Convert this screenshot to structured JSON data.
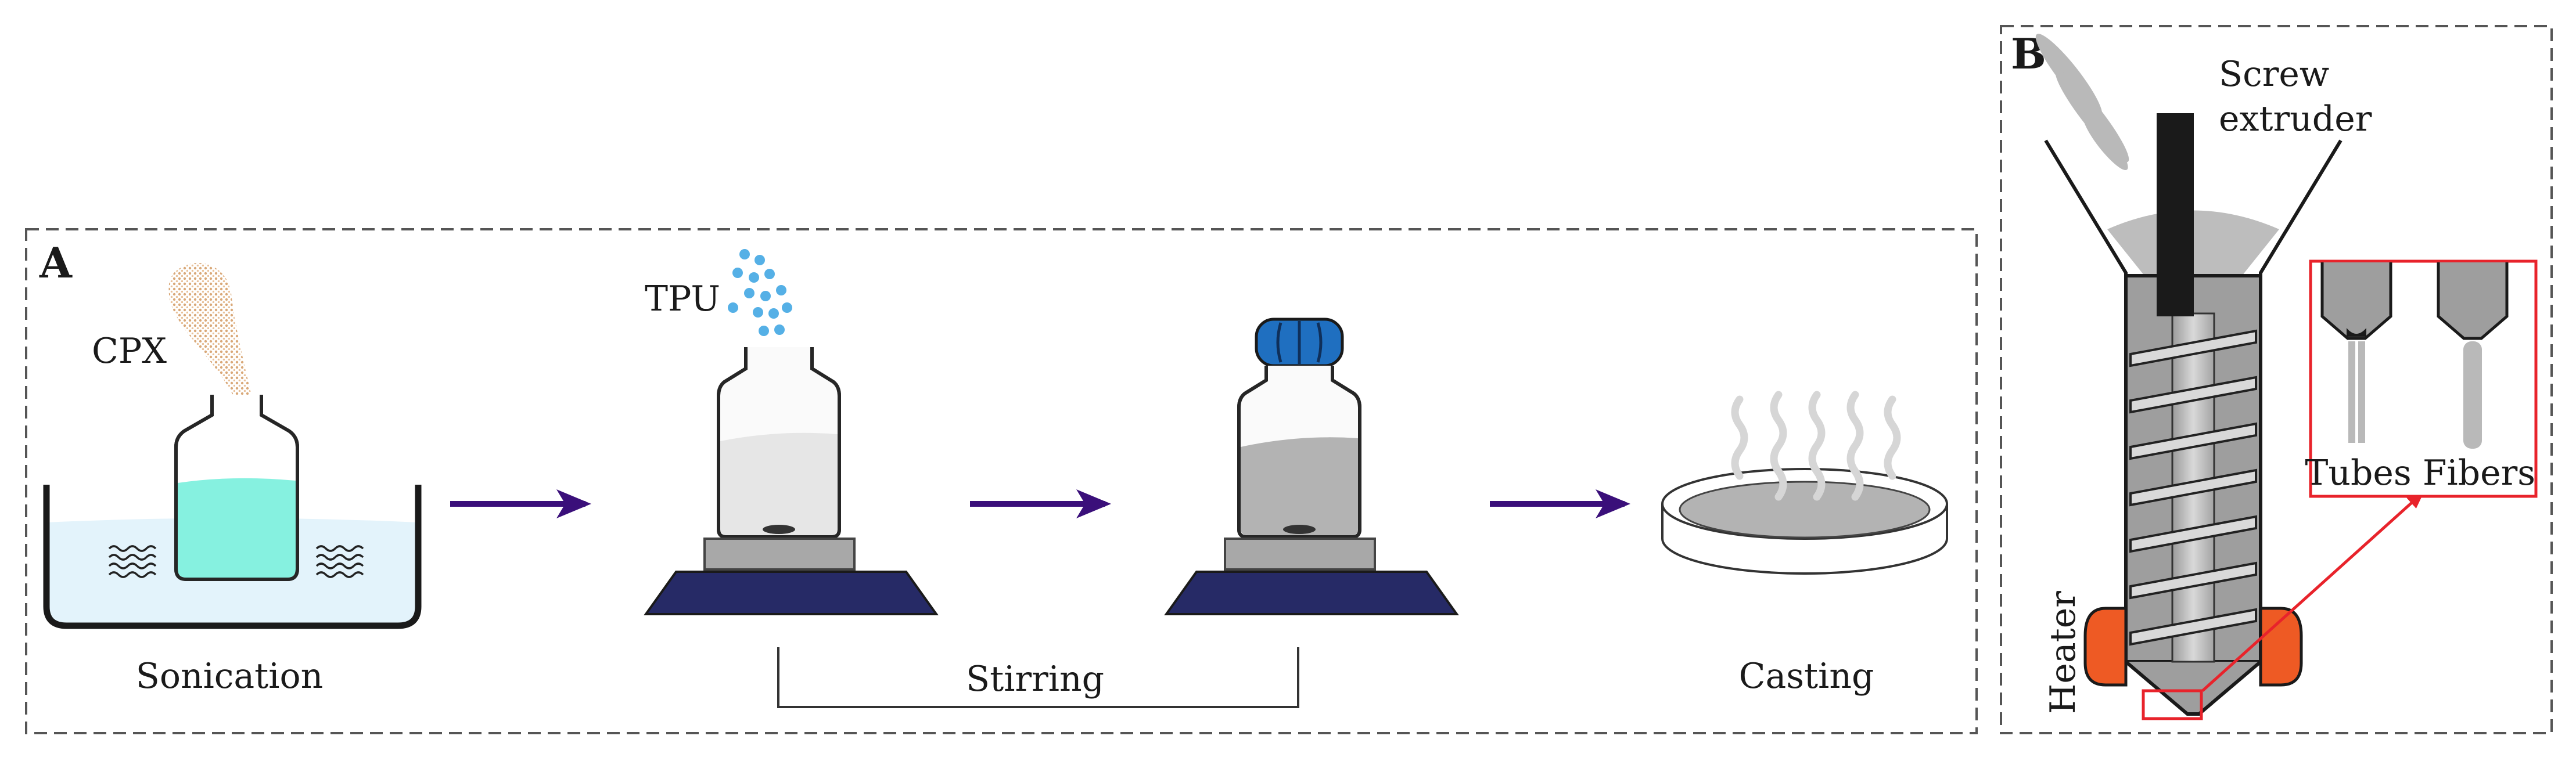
{
  "panel_a": {
    "letter": "A",
    "cpx_label": "CPX",
    "tpu_label": "TPU",
    "sonication_label": "Sonication",
    "stirring_label": "Stirring",
    "casting_label": "Casting"
  },
  "panel_b": {
    "letter": "B",
    "screw_label_line1": "Screw",
    "screw_label_line2": "extruder",
    "heater_label": "Heater",
    "tubes_label": "Tubes",
    "fibers_label": "Fibers"
  },
  "colors": {
    "arrow": "#3a0f7a",
    "water": "#e3f3fb",
    "solution": "#7ff0de",
    "hotplate": "#262a66",
    "cap": "#1f6fc0",
    "heater": "#ee5a24",
    "callout": "#e8232b",
    "tpu_bead": "#55b0e6"
  }
}
